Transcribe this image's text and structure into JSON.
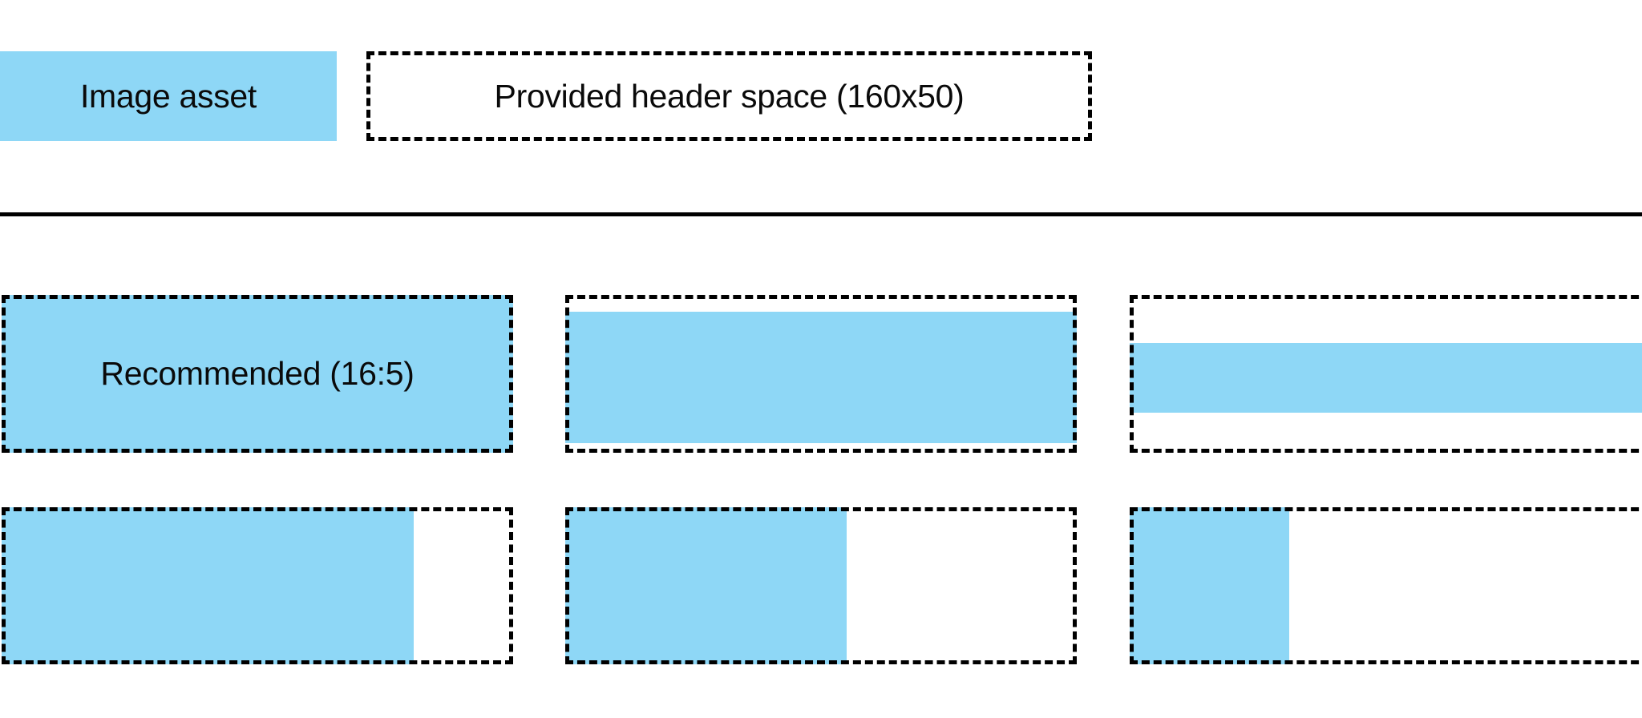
{
  "palette": {
    "image_asset_blue": "#8ED7F6",
    "dashed_border_black": "#000000",
    "divider_black": "#000000",
    "text_black": "#0A0A0A",
    "background_white": "#FFFFFF"
  },
  "legend": {
    "image_asset": {
      "label": "Image asset"
    },
    "header_space": {
      "label": "Provided header space (160x50)"
    }
  },
  "examples": [
    {
      "name": "recommended-aspect",
      "label": "Recommended (16:5)",
      "fill": {
        "left_pct": 0,
        "top_pct": 0,
        "width_pct": 100,
        "height_pct": 100
      }
    },
    {
      "name": "wider-than-recommended-slight-letterbox",
      "label": "",
      "fill": {
        "left_pct": 0,
        "top_pct": 10.7,
        "width_pct": 100,
        "height_pct": 83.2
      }
    },
    {
      "name": "wider-than-recommended-extreme-letterbox",
      "label": "",
      "fill": {
        "left_pct": 0,
        "top_pct": 30.3,
        "width_pct": 100,
        "height_pct": 44.1
      }
    },
    {
      "name": "narrower-than-recommended-slight-pillarbox",
      "label": "",
      "fill": {
        "left_pct": 0,
        "top_pct": 0,
        "width_pct": 80.5,
        "height_pct": 100
      }
    },
    {
      "name": "narrower-than-recommended-medium-pillarbox",
      "label": "",
      "fill": {
        "left_pct": 0,
        "top_pct": 0,
        "width_pct": 55.0,
        "height_pct": 100
      }
    },
    {
      "name": "narrower-than-recommended-extreme-pillarbox",
      "label": "",
      "fill": {
        "left_pct": 0,
        "top_pct": 0,
        "width_pct": 30.6,
        "height_pct": 100
      }
    }
  ]
}
